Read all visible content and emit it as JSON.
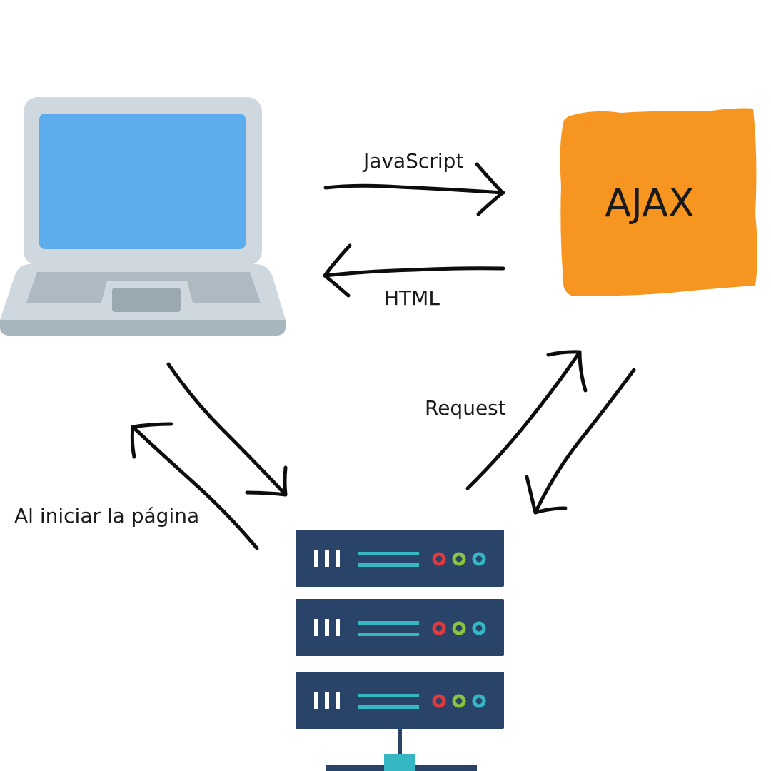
{
  "labels": {
    "javascript": "JavaScript",
    "html": "HTML",
    "request": "Request",
    "page_load": "Al iniciar la página",
    "ajax": "AJAX"
  },
  "colors": {
    "laptop_frame": "#CFD8DF",
    "laptop_screen": "#5DADEC",
    "laptop_base_shadow": "#A7B5BF",
    "ajax_box": "#F6951F",
    "server_body": "#2A4369",
    "server_stripe": "#35B8C4",
    "led_red": "#E03A3F",
    "led_green": "#8BC53F",
    "led_cyan": "#35B8C4",
    "arrow": "#0d0d0d"
  },
  "icons": [
    "laptop-icon",
    "server-rack-icon"
  ]
}
